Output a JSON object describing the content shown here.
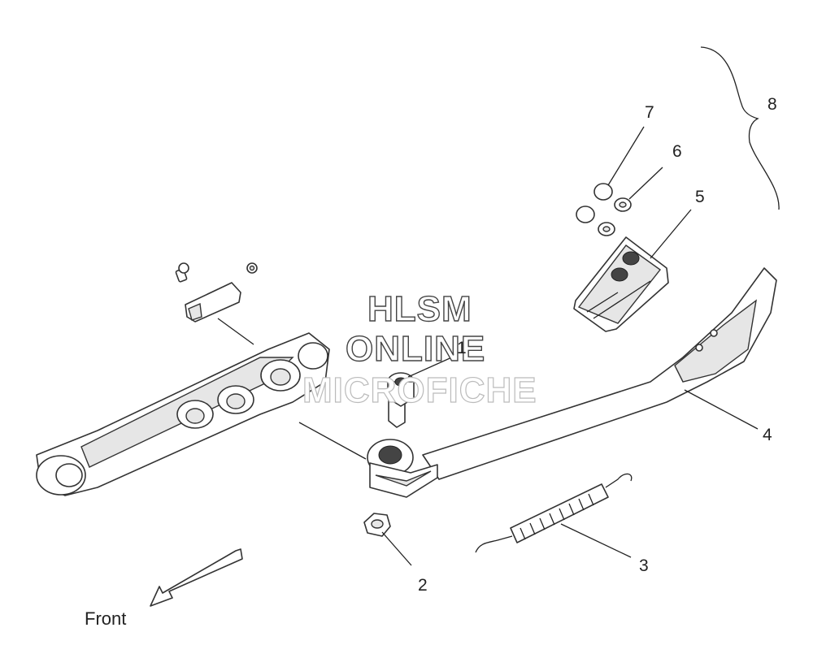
{
  "watermark": {
    "line1": "HLSM",
    "line2": "ONLINE",
    "line3": "MICROFICHE"
  },
  "callouts": {
    "c1": "1",
    "c2": "2",
    "c3": "3",
    "c4": "4",
    "c5": "5",
    "c6": "6",
    "c7": "7",
    "c8": "8"
  },
  "direction_label": "Front",
  "colors": {
    "line": "#333333",
    "shade": "#e6e6e6",
    "background": "#ffffff"
  }
}
